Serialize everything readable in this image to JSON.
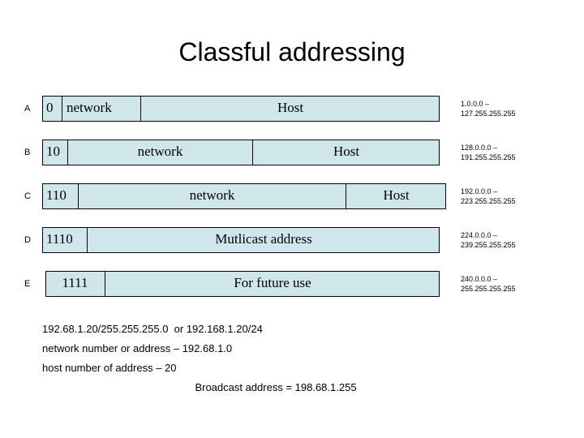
{
  "title": "Classful addressing",
  "colors": {
    "bar_fill": "#cfe7ea",
    "bar_border": "#000000",
    "text": "#000000",
    "background": "#ffffff"
  },
  "classes": [
    {
      "letter": "A",
      "prefix": "0",
      "network_label": "network",
      "host_label": "Host",
      "range_line1": "1.0.0.0 –",
      "range_line2": "127.255.255.255"
    },
    {
      "letter": "B",
      "prefix": "10",
      "network_label": "network",
      "host_label": "Host",
      "range_line1": "128.0.0.0 –",
      "range_line2": "191.255.255.255"
    },
    {
      "letter": "C",
      "prefix": "110",
      "network_label": "network",
      "host_label": "Host",
      "range_line1": "192.0.0.0 –",
      "range_line2": "223.255.255.255"
    },
    {
      "letter": "D",
      "prefix": "1110",
      "network_label": "Mutlicast address",
      "host_label": "",
      "range_line1": "224.0.0.0 –",
      "range_line2": "239.255.255.255"
    },
    {
      "letter": "E",
      "prefix": "1111",
      "network_label": "For future use",
      "host_label": "",
      "range_line1": "240.0.0.0 –",
      "range_line2": "255.255.255.255"
    }
  ],
  "notes": [
    "192.68.1.20/255.255.255.0  or 192.168.1.20/24",
    "network number or address – 192.68.1.0",
    "host number of address – 20",
    "Broadcast address = 198.68.1.255"
  ]
}
